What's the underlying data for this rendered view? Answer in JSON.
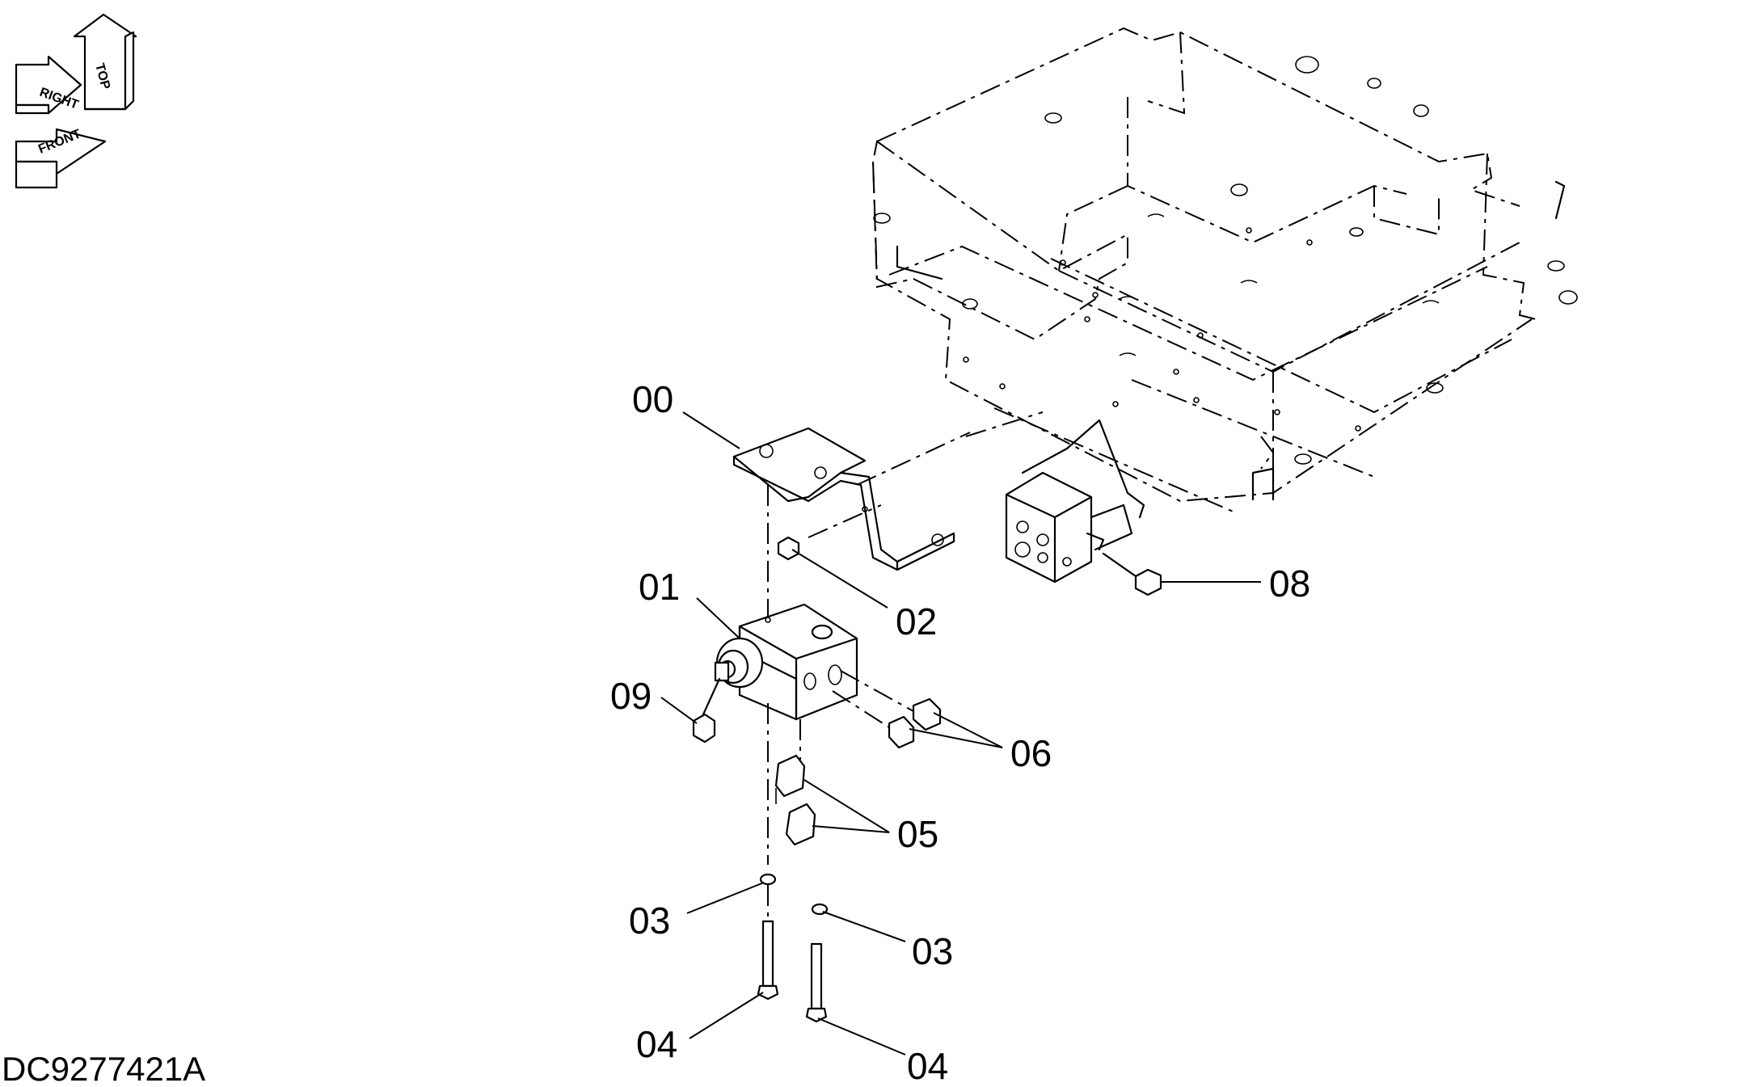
{
  "document_id": "DC9277421A",
  "orientation_labels": {
    "top": "TOP",
    "right": "RIGHT",
    "front": "FRONT"
  },
  "callouts": [
    {
      "id": "c00",
      "label": "00"
    },
    {
      "id": "c01",
      "label": "01"
    },
    {
      "id": "c02",
      "label": "02"
    },
    {
      "id": "c03a",
      "label": "03"
    },
    {
      "id": "c03b",
      "label": "03"
    },
    {
      "id": "c04a",
      "label": "04"
    },
    {
      "id": "c04b",
      "label": "04"
    },
    {
      "id": "c05",
      "label": "05"
    },
    {
      "id": "c06",
      "label": "06"
    },
    {
      "id": "c08",
      "label": "08"
    },
    {
      "id": "c09",
      "label": "09"
    }
  ]
}
